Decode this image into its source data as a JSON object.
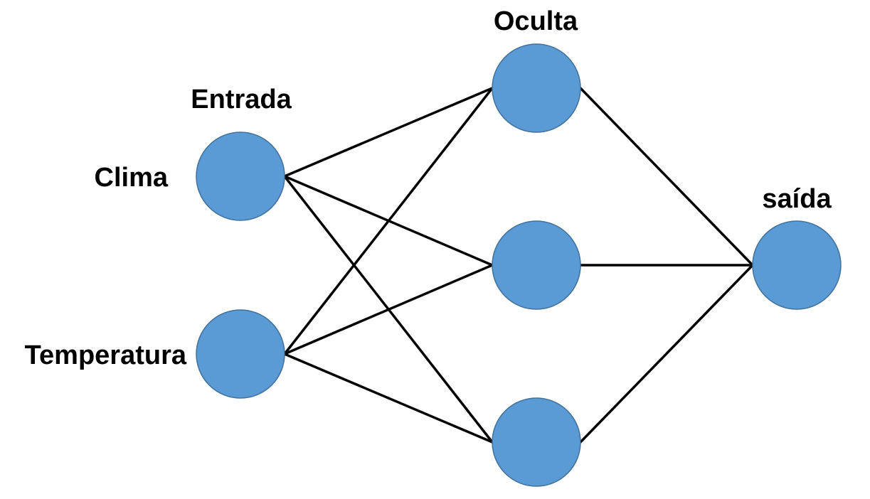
{
  "colors": {
    "node_fill": "#5B9BD5",
    "node_stroke": "#41719C",
    "edge": "#000000",
    "text": "#000000",
    "background": "#ffffff"
  },
  "layers": {
    "input_title": "Entrada",
    "hidden_title": "Oculta",
    "output_title": "saída"
  },
  "inputs": {
    "clima": "Clima",
    "temperatura": "Temperatura"
  },
  "nodes": [
    {
      "id": "in1",
      "layer": "input"
    },
    {
      "id": "in2",
      "layer": "input"
    },
    {
      "id": "h1",
      "layer": "hidden"
    },
    {
      "id": "h2",
      "layer": "hidden"
    },
    {
      "id": "h3",
      "layer": "hidden"
    },
    {
      "id": "out1",
      "layer": "output"
    }
  ],
  "edges": [
    {
      "from": "in1",
      "to": "h1"
    },
    {
      "from": "in1",
      "to": "h2"
    },
    {
      "from": "in1",
      "to": "h3"
    },
    {
      "from": "in2",
      "to": "h1"
    },
    {
      "from": "in2",
      "to": "h2"
    },
    {
      "from": "in2",
      "to": "h3"
    },
    {
      "from": "h1",
      "to": "out1"
    },
    {
      "from": "h2",
      "to": "out1"
    },
    {
      "from": "h3",
      "to": "out1"
    }
  ]
}
